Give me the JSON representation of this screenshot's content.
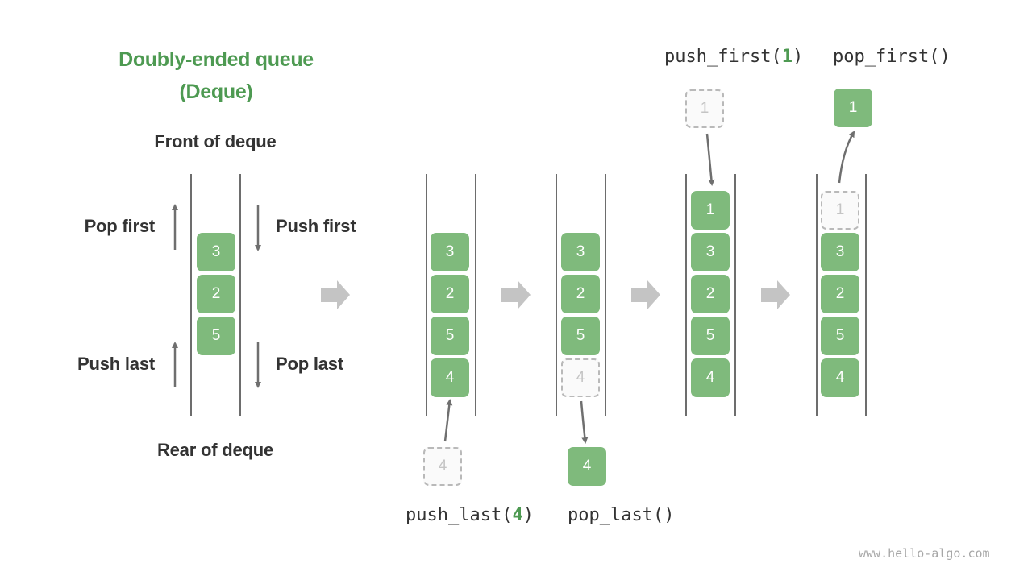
{
  "title": {
    "line1": "Doubly-ended queue",
    "line2": "(Deque)"
  },
  "labels": {
    "front": "Front of deque",
    "rear": "Rear of deque",
    "pop_first": "Pop first",
    "push_first": "Push first",
    "push_last": "Push last",
    "pop_last": "Pop last"
  },
  "ops": {
    "push_last": {
      "name": "push_last(",
      "arg": "4",
      "close": ")"
    },
    "pop_last": {
      "name": "pop_last()"
    },
    "push_first": {
      "name": "push_first(",
      "arg": "1",
      "close": ")"
    },
    "pop_first": {
      "name": "pop_first()"
    }
  },
  "stages": [
    {
      "items": [
        "3",
        "2",
        "5"
      ]
    },
    {
      "items": [
        "3",
        "2",
        "5",
        "4"
      ],
      "incoming": "4"
    },
    {
      "items": [
        "3",
        "2",
        "5"
      ],
      "removed": "4"
    },
    {
      "items": [
        "1",
        "3",
        "2",
        "5",
        "4"
      ],
      "incoming": "1"
    },
    {
      "items": [
        "3",
        "2",
        "5",
        "4"
      ],
      "removed": "1"
    }
  ],
  "watermark": "www.hello-algo.com",
  "colors": {
    "accent": "#4e9a52",
    "box": "#7fba7c",
    "arrow": "#6f6f6f",
    "transition": "#c4c4c4"
  }
}
